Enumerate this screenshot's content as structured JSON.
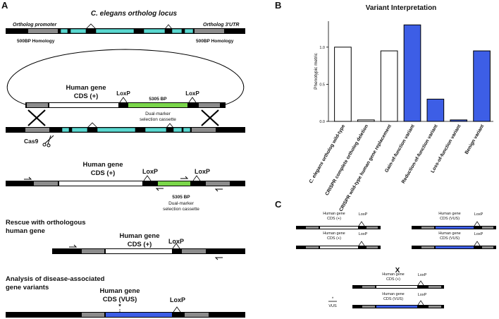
{
  "panel_a": {
    "letter": "A",
    "title": "C. elegans ortholog locus",
    "promoter_label": "Ortholog promoter",
    "utr_label": "Ortholog 3'UTR",
    "homology_left": "500BP Homology",
    "homology_right": "500BP Homology",
    "plasmid_gene_line1": "Human gene",
    "plasmid_gene_line2": "CDS (+)",
    "loxp": "LoxP",
    "cassette_size": "5305 BP",
    "cassette_line1": "Dual-marker",
    "cassette_line2": "selection cassette",
    "cas9": "Cas9",
    "step3_gene_line1": "Human gene",
    "step3_gene_line2": "CDS (+)",
    "step3_cassette_size": "5305 BP",
    "step3_cassette_line1": "Dual-marker",
    "step3_cassette_line2": "selection cassette",
    "rescue_line1": "Rescue with orthologous",
    "rescue_line2": "human gene",
    "rescue_gene_line1": "Human gene",
    "rescue_gene_line2": "CDS (+)",
    "analysis_line1": "Analysis of disease-associated",
    "analysis_line2": "gene variants",
    "vus_gene_line1": "Human gene",
    "vus_gene_line2": "CDS (VUS)",
    "asterisk": "*"
  },
  "panel_b": {
    "letter": "B",
    "chart_data": {
      "type": "bar",
      "title": "Variant Interpretation",
      "ylabel": "Phenotypic metric",
      "xlabel": "",
      "ylim": [
        0,
        1.35
      ],
      "yticks": [
        "0.0",
        "0.5",
        "1.0"
      ],
      "categories": [
        "C. elegans ortholog wild-type",
        "CRISPR complete ortholog deletion",
        "CRISPR wild-type human gene replacement",
        "Gain-of-function variant",
        "Reduction-of-function variant",
        "Loss-of-function variant",
        "Benign variant"
      ],
      "values": [
        1.0,
        0.02,
        0.95,
        1.3,
        0.3,
        0.02,
        0.95
      ],
      "bar_colors": [
        "#ffffff",
        "#ffffff",
        "#ffffff",
        "#3d5ee6",
        "#3d5ee6",
        "#3d5ee6",
        "#3d5ee6"
      ],
      "grid": false,
      "legend": "none"
    }
  },
  "panel_c": {
    "letter": "C",
    "gene_plus_line1": "Human gene",
    "gene_plus_line2": "CDS (+)",
    "gene_vus_line1": "Human gene",
    "gene_vus_line2": "CDS (VUS)",
    "loxp": "LoxP",
    "cross": "X",
    "vus_star": "*",
    "vus_label": "VUS"
  },
  "colors": {
    "chromosome": "#000000",
    "homology": "#8c8c8c",
    "exon": "#5ad8d0",
    "cassette": "#7ad64a",
    "vus": "#3d5ee6"
  }
}
